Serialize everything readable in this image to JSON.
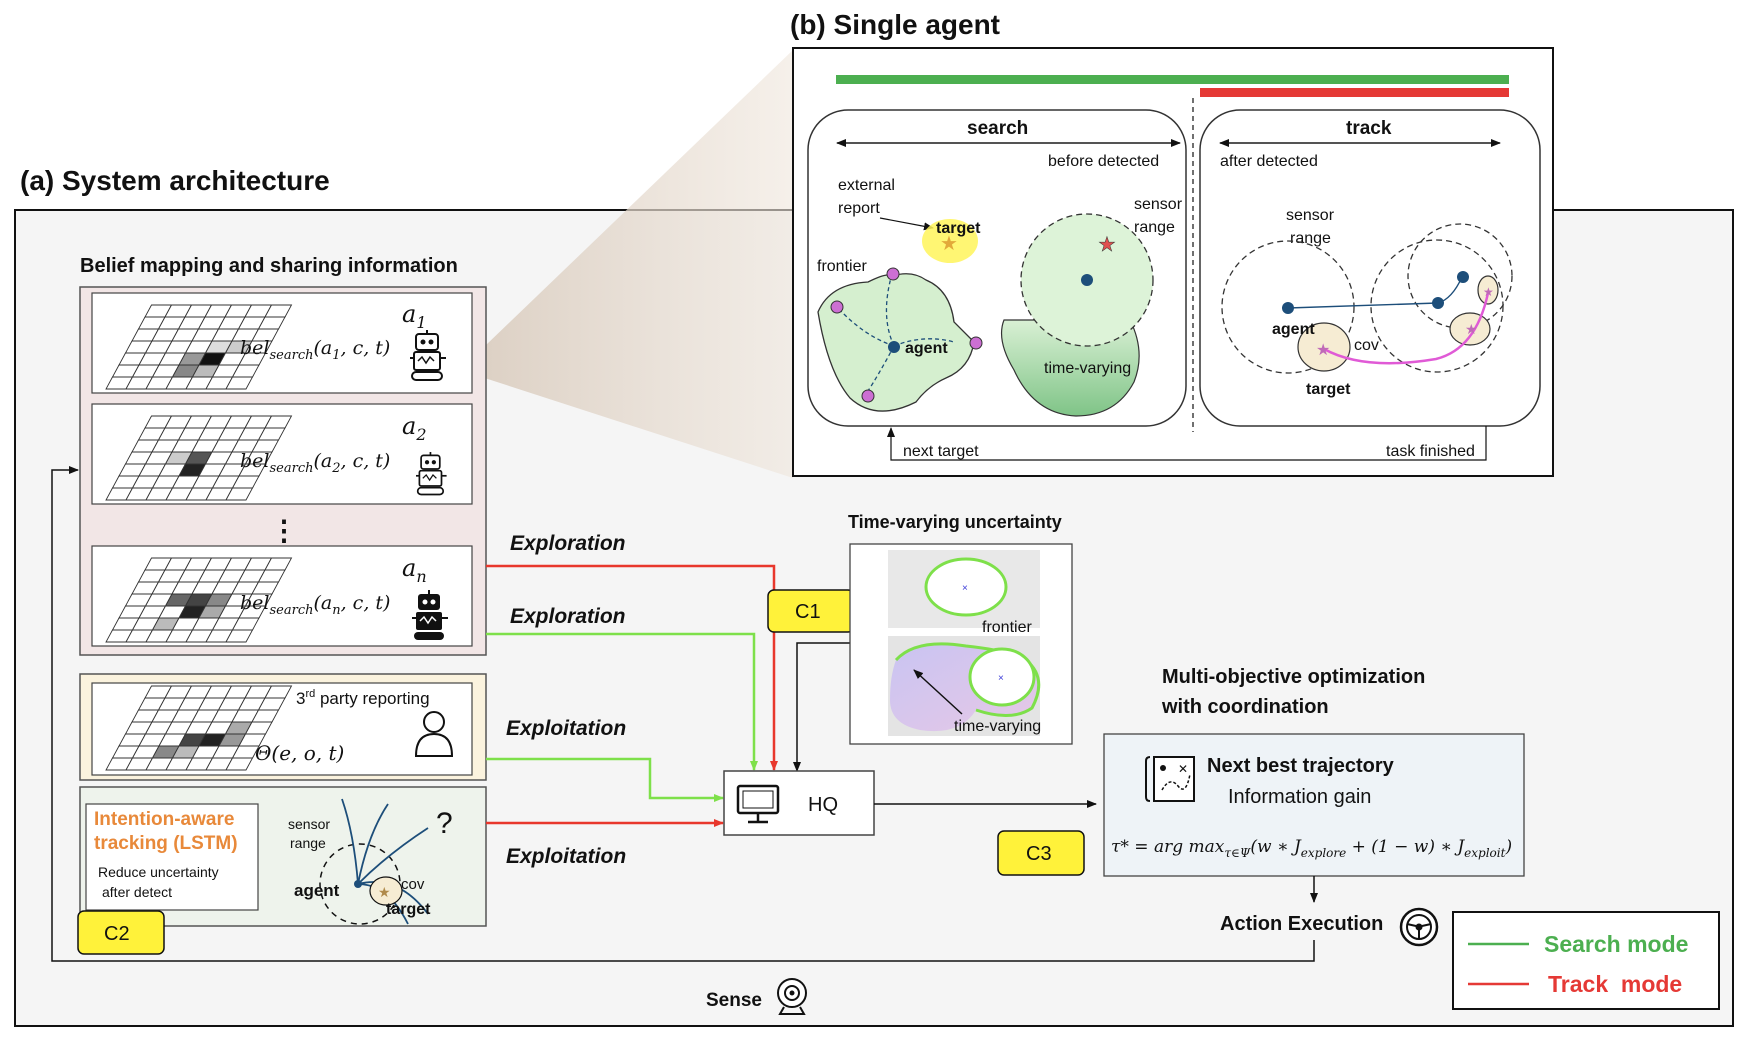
{
  "titles": {
    "single_agent": "(b) Single agent",
    "system_architecture": "(a) System architecture"
  },
  "belief": {
    "header": "Belief mapping and sharing information",
    "agents": [
      {
        "label": "a",
        "sub": "1",
        "bel": "bel",
        "bel_sub": "search",
        "bel_args": "(a",
        "bel_args_sub": "1",
        "bel_args_end": ", c, t)"
      },
      {
        "label": "a",
        "sub": "2",
        "bel": "bel",
        "bel_sub": "search",
        "bel_args": "(a",
        "bel_args_sub": "2",
        "bel_args_end": ", c, t)"
      },
      {
        "label": "a",
        "sub": "n",
        "bel": "bel",
        "bel_sub": "search",
        "bel_args": "(a",
        "bel_args_sub": "n",
        "bel_args_end": ", c, t)"
      }
    ],
    "dots": "⋮"
  },
  "third_party": {
    "label_pre": "3",
    "label_sup": "rd",
    "label_post": " party reporting",
    "formula": "Θ(e, o, t)"
  },
  "intention": {
    "title_line1": "Intention-aware",
    "title_line2": "tracking (LSTM)",
    "desc_line1": "Reduce uncertainty",
    "desc_line2": "after detect",
    "sensor_line1": "sensor",
    "sensor_line2": "range",
    "question": "?",
    "agent": "agent",
    "cov": "cov",
    "target": "target"
  },
  "flows": {
    "exploration1": "Exploration",
    "exploration2": "Exploration",
    "exploitation1": "Exploitation",
    "exploitation2": "Exploitation"
  },
  "labels": {
    "c1": "C1",
    "c2": "C2",
    "c3": "C3",
    "hq": "HQ",
    "sense": "Sense",
    "action": "Action Execution"
  },
  "time_varying": {
    "header": "Time-varying uncertainty",
    "frontier": "frontier",
    "time_varying": "time-varying"
  },
  "optimization": {
    "header_line1": "Multi-objective optimization",
    "header_line2": "with coordination",
    "next_best": "Next best trajectory",
    "info_gain": "Information gain",
    "formula_lhs": "τ* = arg max",
    "formula_sub": "τ∈Ψ",
    "formula_rhs1": "(w ∗ J",
    "formula_sub1": "explore",
    "formula_rhs2": " + (1 − w) ∗ J",
    "formula_sub2": "exploit",
    "formula_rhs3": ")"
  },
  "legend": {
    "search": "Search mode",
    "track": "Track  mode"
  },
  "single_agent": {
    "search": "search",
    "track": "track",
    "before_detected": "before detected",
    "after_detected": "after detected",
    "external_line1": "external",
    "external_line2": "report",
    "target": "target",
    "frontier": "frontier",
    "agent": "agent",
    "sensor_line1": "sensor",
    "sensor_line2": "range",
    "time_varying": "time-varying",
    "track_sensor_line1": "sensor",
    "track_sensor_line2": "range",
    "track_agent": "agent",
    "track_cov": "cov",
    "track_target": "target",
    "next_target": "next target",
    "task_finished": "task finished"
  },
  "colors": {
    "search_green": "#4caf50",
    "track_red": "#e53935",
    "flow_green": "#7ee04a",
    "flow_red": "#e8372c",
    "callout_yellow": "#fff23a",
    "orange_title": "#e8893a",
    "legend_green": "#4caf50",
    "legend_red": "#e53935"
  }
}
